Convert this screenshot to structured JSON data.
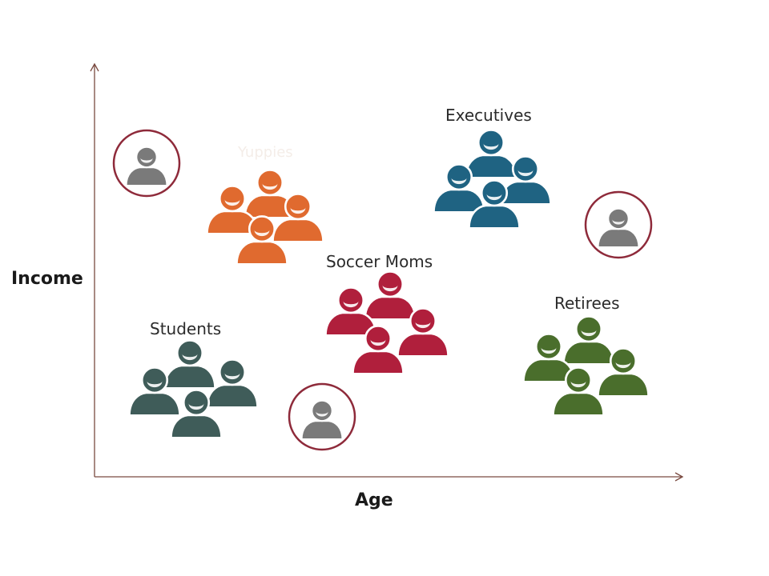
{
  "axes": {
    "y_label": "Income",
    "x_label": "Age",
    "axis_color": "#7a4a40"
  },
  "clusters": [
    {
      "id": "yuppies",
      "label": "Yuppies",
      "color": "#e06a2f"
    },
    {
      "id": "executives",
      "label": "Executives",
      "color": "#1f6382"
    },
    {
      "id": "soccer",
      "label": "Soccer Moms",
      "color": "#b01f3c"
    },
    {
      "id": "students",
      "label": "Students",
      "color": "#3f5c59"
    },
    {
      "id": "retirees",
      "label": "Retirees",
      "color": "#4a6e2c"
    }
  ],
  "outliers": {
    "count": 3,
    "icon": "person-icon",
    "person_color": "#7a7a7a",
    "ring_color": "#8e2a3a"
  }
}
